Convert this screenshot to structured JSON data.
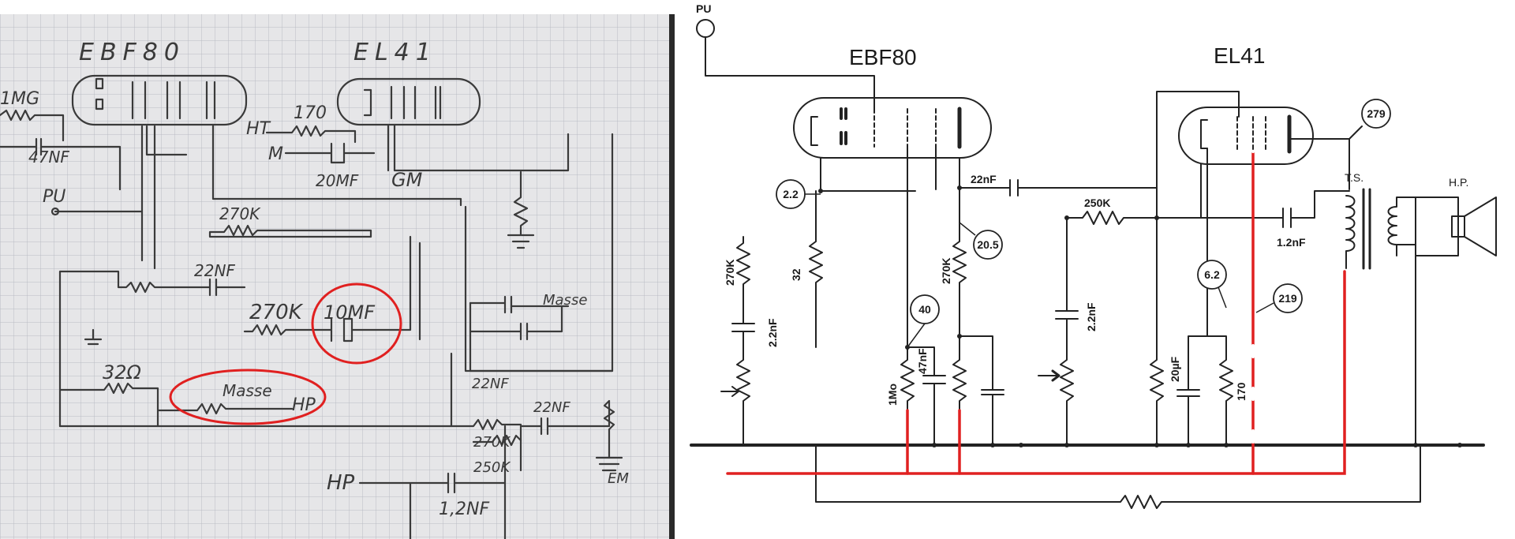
{
  "sketch": {
    "tube1": "EBF80",
    "tube2": "EL41",
    "labels": {
      "r_1m": "1MG",
      "c_47nf": "47NF",
      "pu": "PU",
      "ht": "HT",
      "m": "M",
      "r_170": "170",
      "c_20mf": "20MF",
      "gm": "GM",
      "r_270k_top": "270K",
      "c_22nf_mid": "22NF",
      "r_270k_mid": "270K",
      "c_10mf": "10MF",
      "masse_right": "Masse",
      "r_32": "32Ω",
      "masse_bottom": "Masse",
      "hp": "HP",
      "c_22nf_low": "22NF",
      "c_22nf_right": "22NF",
      "r_270k_low": "270K",
      "r_250k": "250K",
      "em": "EM",
      "hp_bottom": "HP",
      "c_12nf": "1,2NF"
    }
  },
  "schematic": {
    "pu": "PU",
    "tube1": "EBF80",
    "tube2": "EL41",
    "nodes": {
      "n279": "279",
      "n2_2": "2.2",
      "n20_5": "20.5",
      "n40": "40",
      "n6_2": "6.2",
      "n219": "219"
    },
    "labels": {
      "c_22nf": "22nF",
      "r_250k": "250K",
      "c_1_2nf": "1.2nF",
      "ts": "T.S.",
      "hp": "H.P.",
      "r_270k_left": "270K",
      "c_2_2nf_left": "2.2nF",
      "r_32": "32",
      "r_270k_mid": "270K",
      "c_2_2nf_mid": "2.2nF",
      "r_1mo": "1Mo",
      "c_47nf": "47nF",
      "c_20uf": "20µF",
      "r_170": "170"
    }
  },
  "colors": {
    "highlight_red": "#e02020",
    "ink": "#222222",
    "grid": "#b9bcc4",
    "paper": "#e6e6e8"
  }
}
